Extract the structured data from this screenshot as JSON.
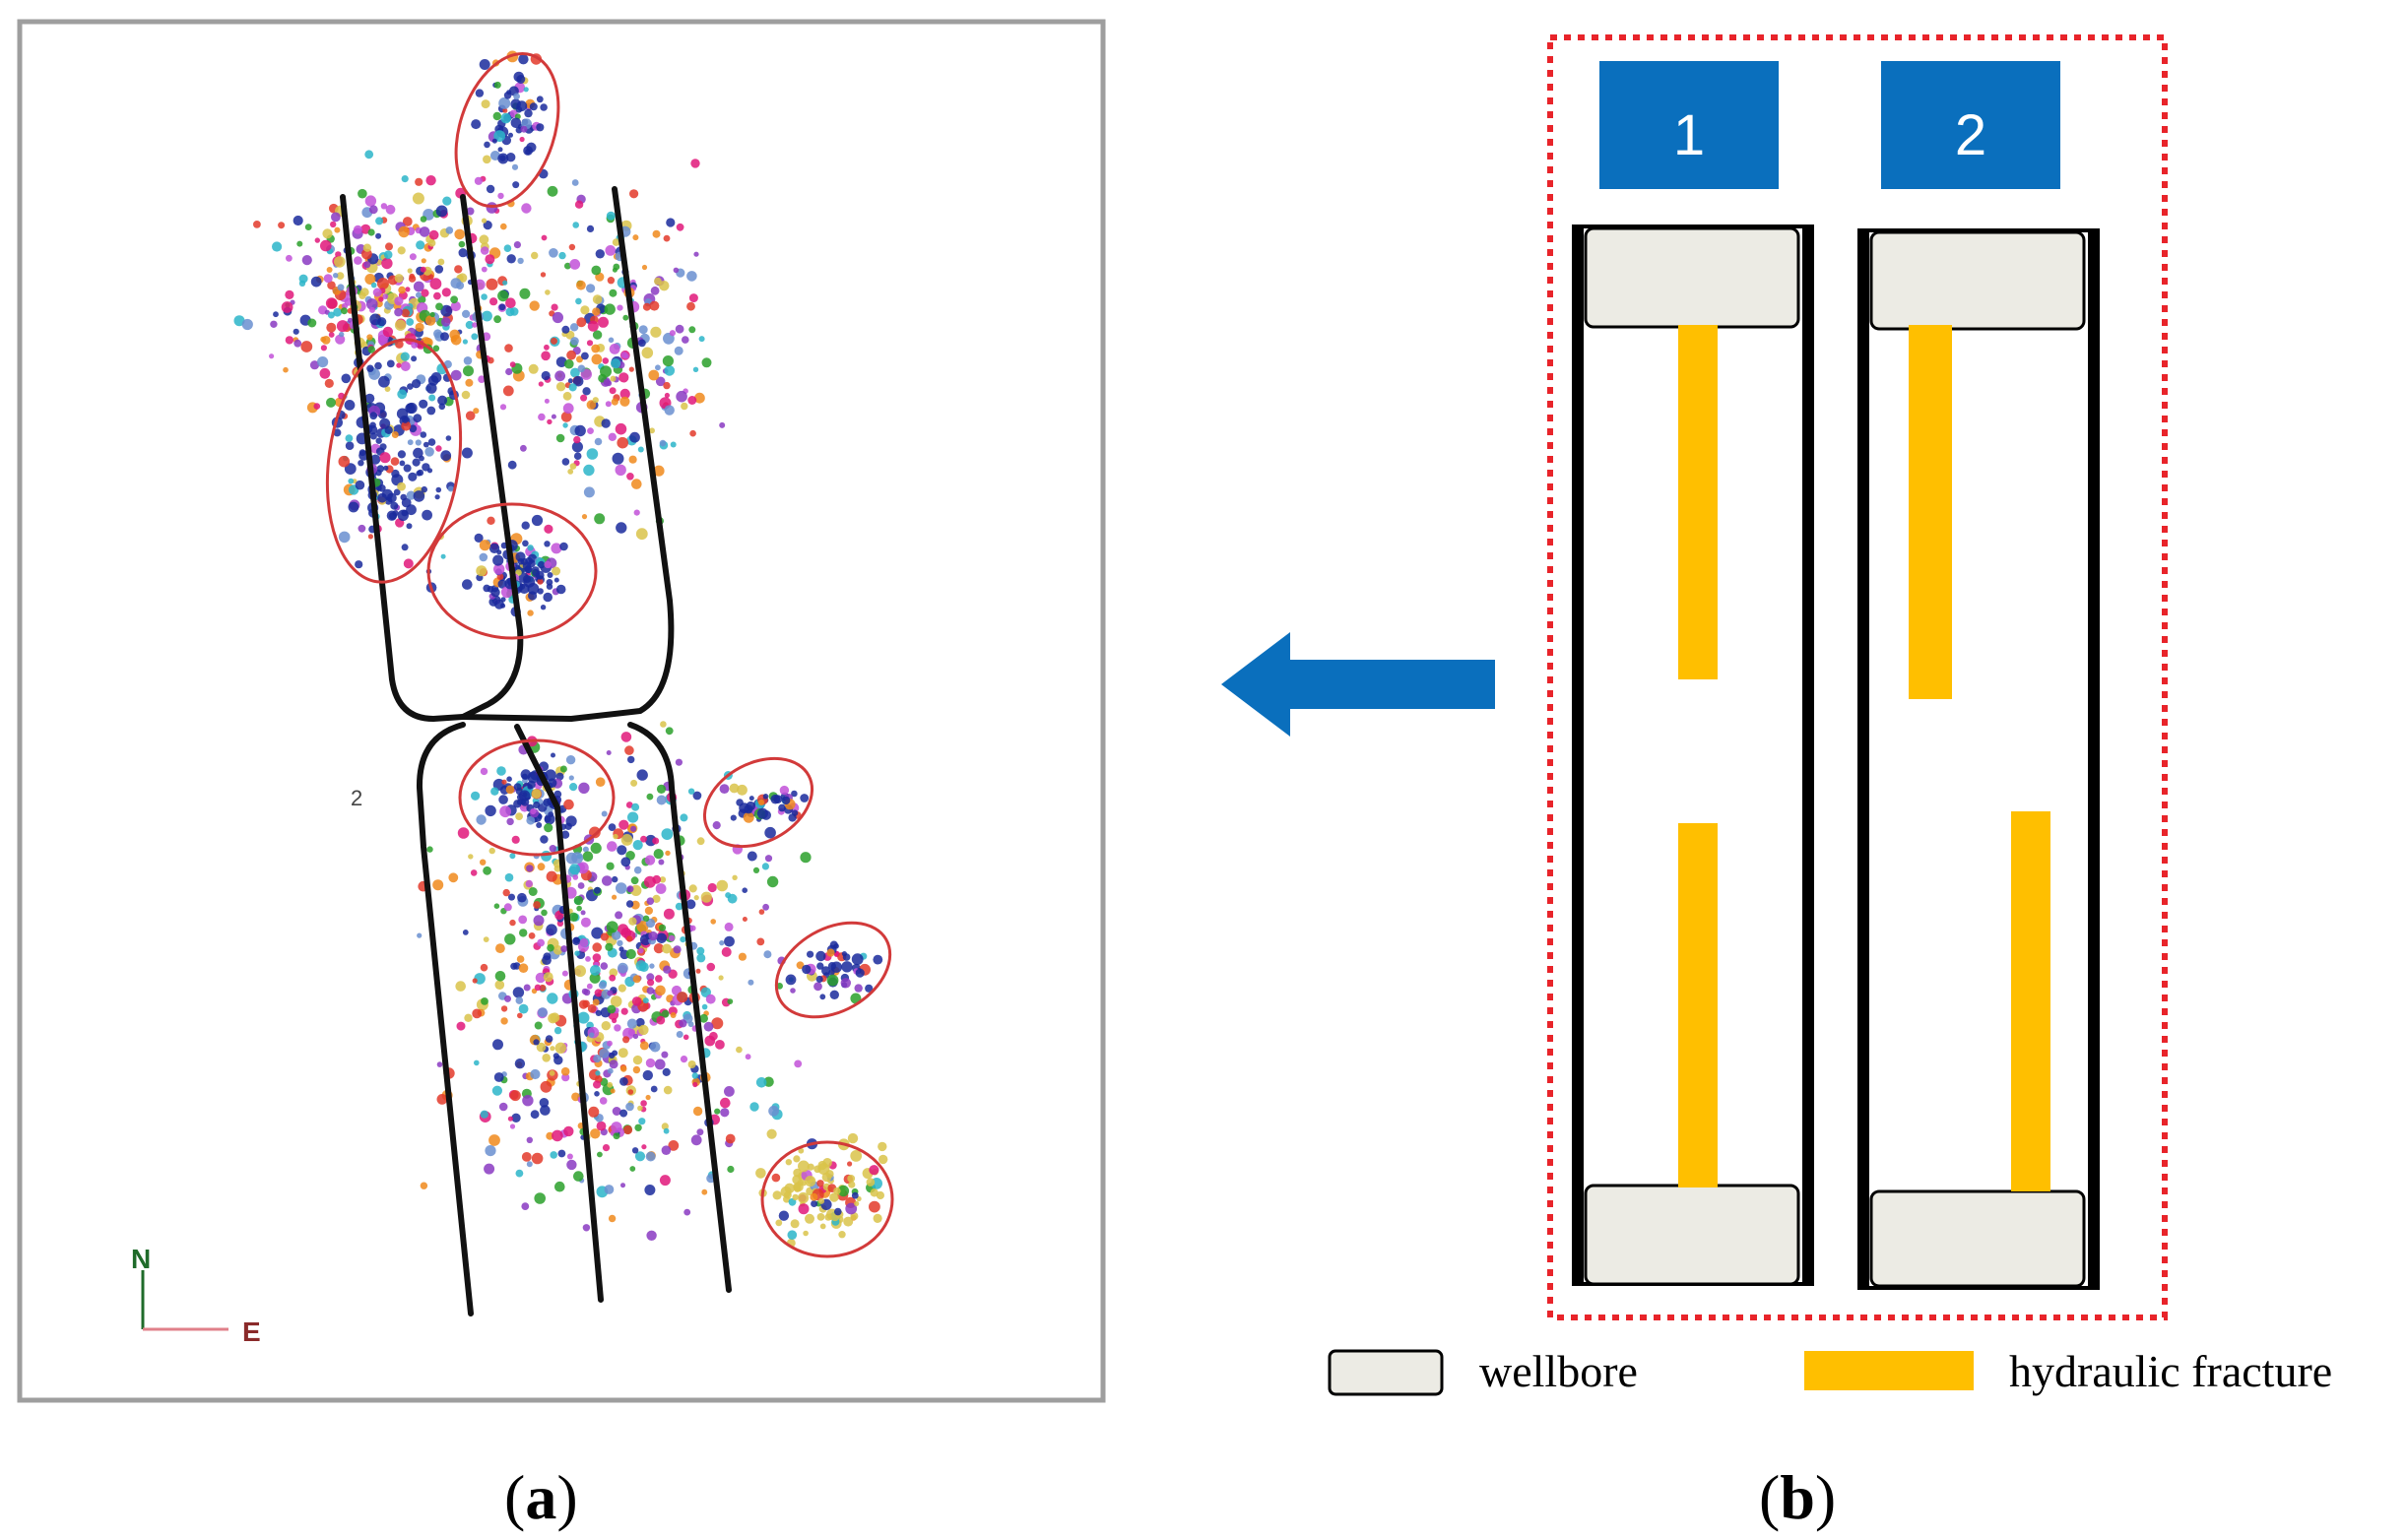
{
  "panel_a": {
    "caption_open": "(",
    "caption_letter": "a",
    "caption_close": ")",
    "compass_north": "N",
    "compass_east": "E",
    "stray_mark": "2",
    "colors": {
      "frame": "#9e9e9e",
      "well_path": "#111111",
      "highlight_ellipse": "#d23a3a",
      "compass_north": "#1f6b2a",
      "compass_east": "#8a2a2a",
      "events": [
        "#1a2a9c",
        "#e0187a",
        "#2aa02a",
        "#e33a2a",
        "#2bb5c9",
        "#f08a1c",
        "#8a3ac2",
        "#6a8fd0",
        "#d9c34a",
        "#c251d8"
      ]
    }
  },
  "panel_b": {
    "caption_open": "(",
    "caption_letter": "b",
    "caption_close": ")",
    "scenarios": [
      {
        "label": "1"
      },
      {
        "label": "2"
      }
    ],
    "legend": {
      "wellbore": "wellbore",
      "hydraulic_fracture": "hydraulic fracture"
    },
    "colors": {
      "badge": "#0a6fbd",
      "wellbore_fill": "#ecebe4",
      "fracture": "#ffbf00",
      "dashed_border": "#e8242a",
      "frame_outline": "#000000"
    }
  },
  "arrow": {
    "color": "#0a6fbd",
    "direction": "left"
  }
}
